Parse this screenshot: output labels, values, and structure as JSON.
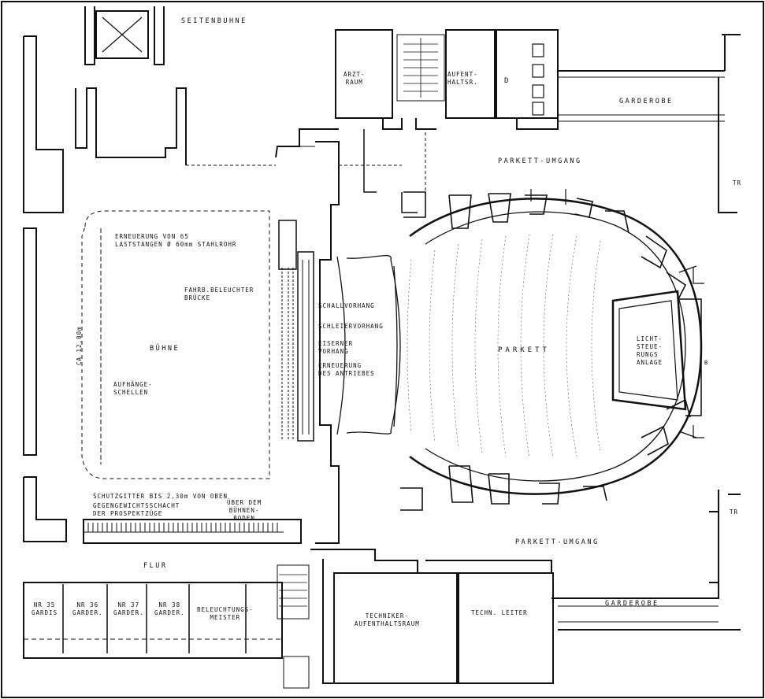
{
  "rooms": {
    "seitenbuehne": "SEITENBUHNE",
    "arztraum": "ARZT-\nRAUM",
    "aufenthaltsraum_top": "AUFENT-\nHALTSR.",
    "d_mark": "D",
    "garderobe_top": "GARDEROBE",
    "parkett_umgang_top": "PARKETT-UMGANG",
    "erneuerung_laststangen": "ERNEUERUNG VON 65\nLASTSTANGEN Ø 60mm STAHLROHR",
    "fahrb_beleuchter": "FAHRB.BELEUCHTER\nBRÜCKE",
    "schallvorhang": "SCHALLVORHANG",
    "schleiervorhang": "SCHLEIERVORHANG",
    "eiserner_vorhang": "EISERNER\nVORHANG",
    "erneuerung_antriebes": "ERNEUERUNG\nDES ANTRIEBES",
    "buehne": "BÜHNE",
    "ca_dimension": "CA 12,00m",
    "aufhaenge_schellen": "AUFHÄNGE-\nSCHELLEN",
    "parkett": "PARKETT",
    "licht_steuerungsanlage": "LICHT-\nSTEUE-\nRUNGS\nANLAGE",
    "b_mark": "B",
    "schutzgitter": "SCHUTZGITTER BIS 2,30m VON OBEN",
    "gegengewichtsschacht": "GEGENGEWICHTSSCHACHT\nDER PROSPEKTZÜGE",
    "ueber_buehnenboden": "ÜBER DEM\nBÜHNEN-\nBODEN",
    "parkett_umgang_bottom": "PARKETT-UMGANG",
    "flur": "FLUR",
    "gard35": "NR 35\nGARDIS",
    "gard36": "NR 36\nGARDER.",
    "gard37": "NR 37\nGARDER.",
    "gard38": "NR 38\nGARDER.",
    "beleuchtungsmeister": "BELEUCHTUNGS-\nMEISTER",
    "techniker_aufenthaltsraum": "TECHNIKER-\nAUFENTHALTSRAUM",
    "techn_leiter": "TECHN. LEITER",
    "garderobe_bottom": "GARDEROBE",
    "tr_top": "TR",
    "tr_bottom": "TR"
  }
}
